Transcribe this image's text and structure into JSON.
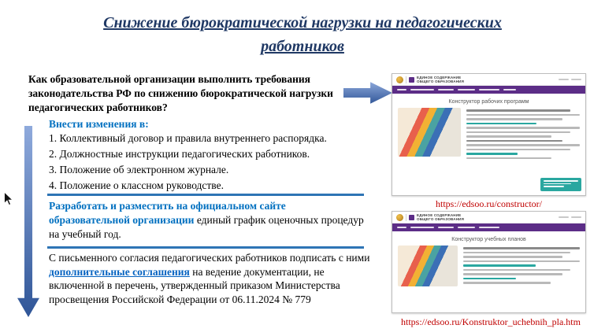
{
  "slide": {
    "title": "Снижение бюрократической нагрузки на педагогических работников",
    "question": "Как образовательной организации выполнить требования законодательства РФ по снижению бюрократической нагрузки педагогических работников?",
    "changes": {
      "heading": "Внести изменения в:",
      "items": [
        "1. Коллективный договор и правила внутреннего распорядка.",
        "2. Должностные инструкции педагогических работников.",
        "3. Положение об электронном журнале.",
        "4. Положение о классном руководстве."
      ]
    },
    "publish": {
      "blue": "Разработать и разместить на официальном сайте образовательной организации",
      "black": " единый график оценочных процедур на учебный год."
    },
    "agreement": {
      "pre": "С письменного согласия педагогических работников подписать с ними ",
      "link": "дополнительные соглашения",
      "post": " на ведение документации, не включенной в перечень, утвержденный приказом Министерства просвещения Российской Федерации от 06.11.2024 № 779"
    }
  },
  "sites": {
    "brand_line1": "ЕДИНОЕ СОДЕРЖАНИЕ",
    "brand_line2": "ОБЩЕГО ОБРАЗОВАНИЯ",
    "programs": {
      "heading": "Конструктор рабочих программ",
      "link": "https://edsoo.ru/constructor/"
    },
    "plans": {
      "heading": "Конструктор учебных планов",
      "link": "https://edsoo.ru/Konstruktor_uchebnih_pla.htm"
    }
  }
}
